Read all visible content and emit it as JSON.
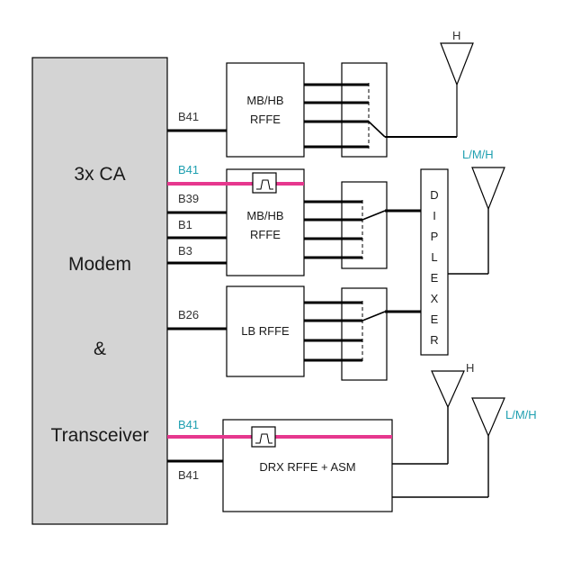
{
  "modem": {
    "line1": "3x CA",
    "line2": "Modem",
    "line3": "&",
    "line4": "Transceiver",
    "fill_color": "#d4d4d4"
  },
  "bands": {
    "b41_primary": "B41",
    "b41_pink": "B41",
    "b39": "B39",
    "b1": "B1",
    "b3": "B3",
    "b26": "B26",
    "b41_drx_pink": "B41",
    "b41_drx": "B41"
  },
  "blocks": {
    "mb_hb_rffe_1_line1": "MB/HB",
    "mb_hb_rffe_1_line2": "RFFE",
    "mb_hb_rffe_2_line1": "MB/HB",
    "mb_hb_rffe_2_line2": "RFFE",
    "lb_rffe": "LB RFFE",
    "drx_rffe_asm": "DRX RFFE + ASM"
  },
  "diplexer": {
    "letters": [
      "D",
      "I",
      "P",
      "L",
      "E",
      "X",
      "E",
      "R"
    ]
  },
  "antennas": {
    "top": "H",
    "diplexer": "L/M/H",
    "drx_h": "H",
    "drx_lmh": "L/M/H"
  },
  "colors": {
    "pink_path": "#e6388e",
    "cyan_text": "#1e9fb0",
    "line": "#000000"
  }
}
